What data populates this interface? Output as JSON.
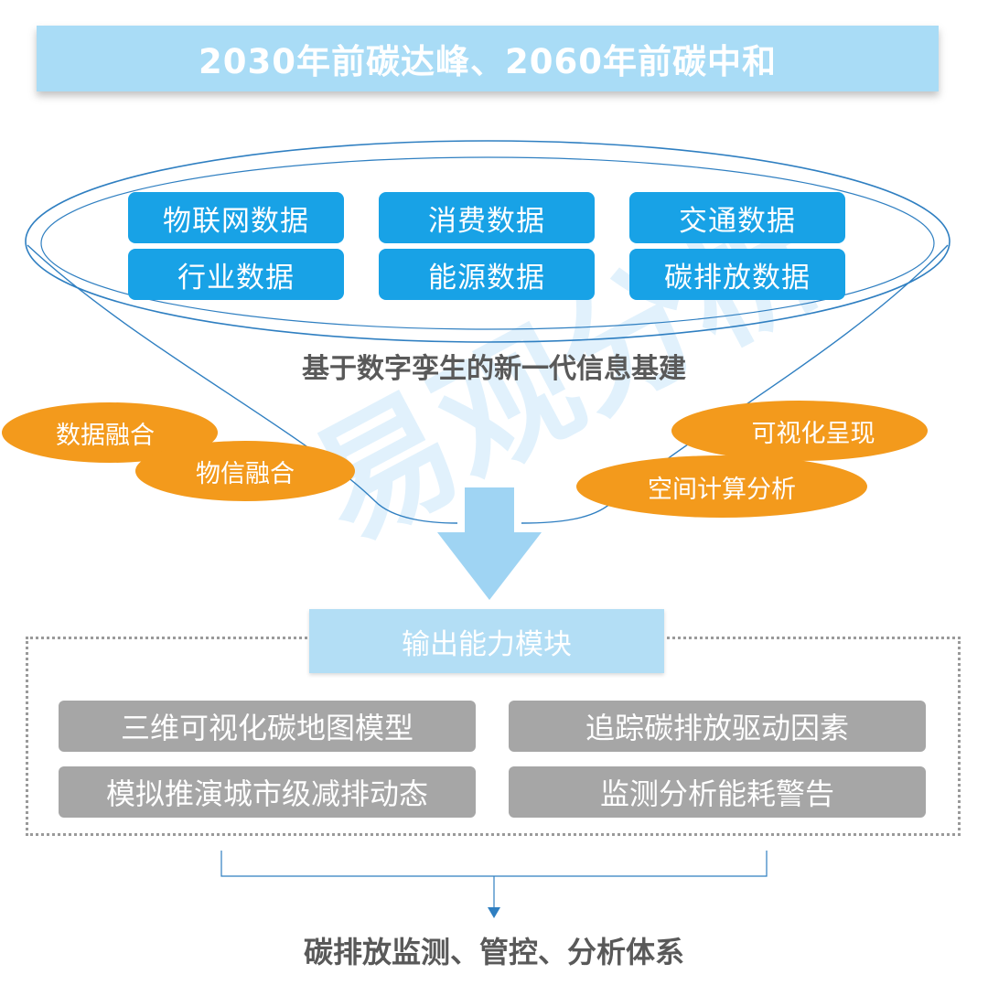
{
  "title": "2030年前碳达峰、2060年前碳中和",
  "data_sources": [
    "物联网数据",
    "消费数据",
    "交通数据",
    "行业数据",
    "能源数据",
    "碳排放数据"
  ],
  "infrastructure_label": "基于数字孪生的新一代信息基建",
  "left_ovals": [
    "数据融合",
    "物信融合"
  ],
  "right_ovals": [
    "可视化呈现",
    "空间计算分析"
  ],
  "output_module": {
    "title": "输出能力模块",
    "capabilities": [
      "三维可视化碳地图模型",
      "追踪碳排放驱动因素",
      "模拟推演城市级减排动态",
      "监测分析能耗警告"
    ]
  },
  "result": "碳排放监测、管控、分析体系",
  "watermark": "易观分析",
  "colors": {
    "banner": "#a9dcf6",
    "source_box": "#18a2e6",
    "oval": "#f39a1c",
    "capability_box": "#a6a6a6",
    "funnel_line": "#2f7fc1",
    "arrow": "#9fd4f3"
  }
}
